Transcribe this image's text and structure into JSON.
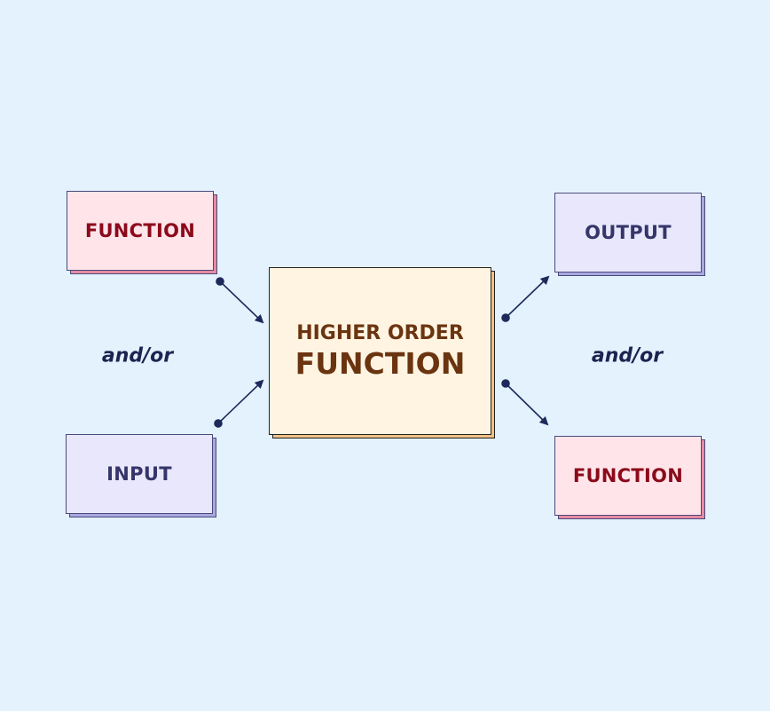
{
  "nodes": {
    "input_function": "FUNCTION",
    "input": "INPUT",
    "hof_line1": "HIGHER ORDER",
    "hof_line2": "FUNCTION",
    "output": "OUTPUT",
    "output_function": "FUNCTION"
  },
  "connectors": {
    "left": "and/or",
    "right": "and/or"
  }
}
